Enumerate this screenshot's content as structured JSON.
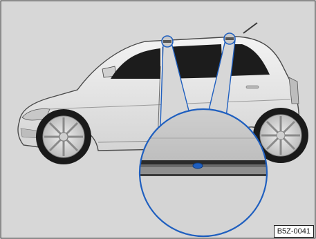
{
  "figure": {
    "code": "B5Z-0041",
    "colors": {
      "background": "#d7d7d7",
      "car_body": "#e9e9e9",
      "car_outline": "#4a4a4a",
      "windows": "#1c1c1c",
      "tyres": "#1a1a1a",
      "rims": "#cfcfcf",
      "callout_highlight": "#1f5fbf",
      "detail_circle_fill": "#bdbdbd",
      "frame": "#222222"
    },
    "icons": [
      "roof-antenna",
      "roof-rail-mount-point",
      "magnifier-callout"
    ]
  }
}
